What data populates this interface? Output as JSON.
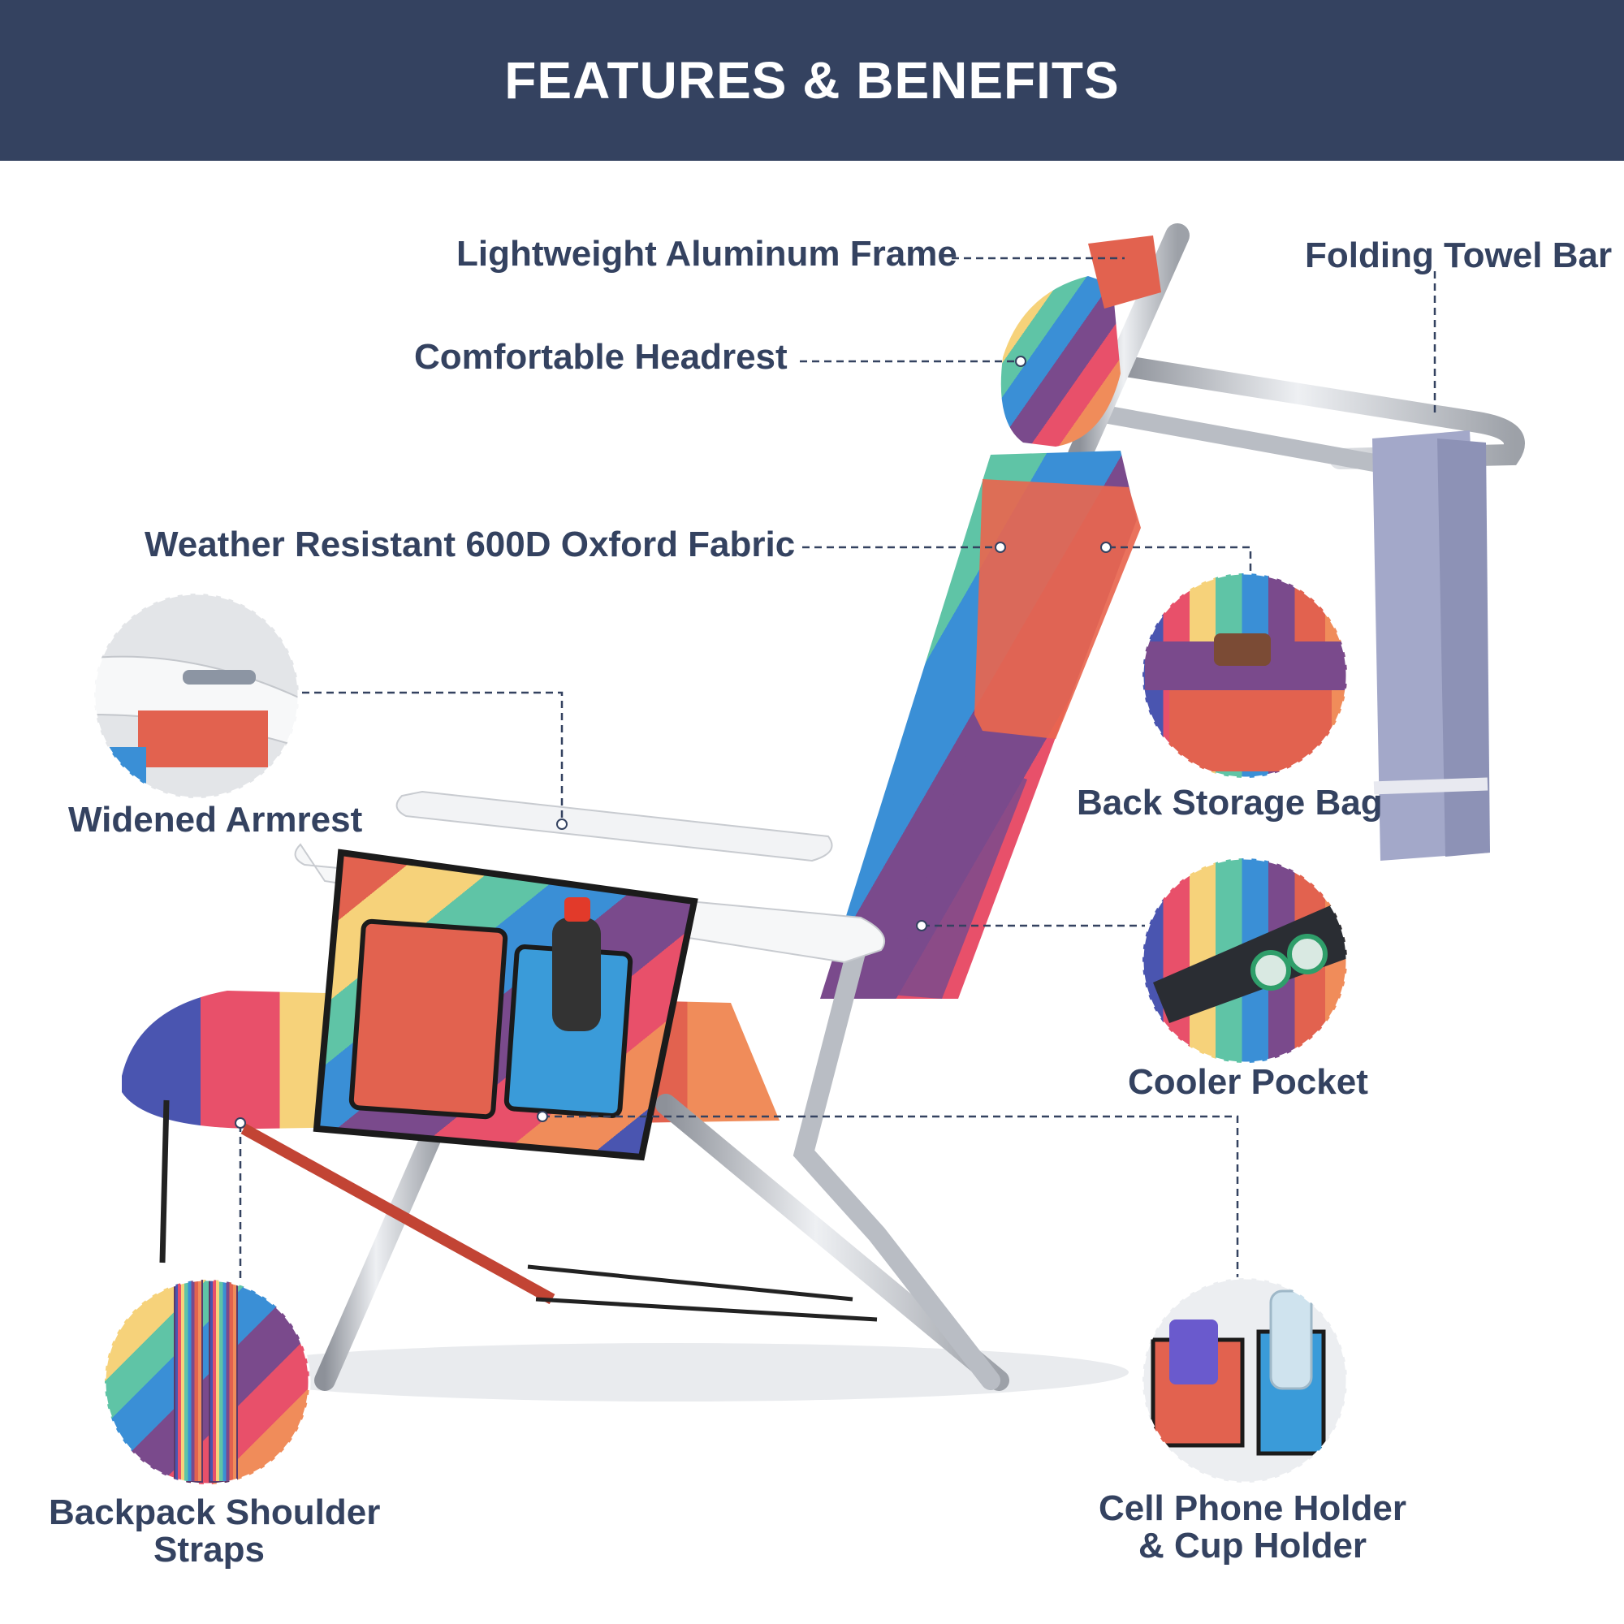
{
  "header": {
    "title": "FEATURES & BENEFITS"
  },
  "labels": {
    "frame": "Lightweight Aluminum Frame",
    "towel_bar": "Folding Towel Bar",
    "headrest": "Comfortable Headrest",
    "fabric": "Weather Resistant 600D Oxford Fabric",
    "armrest": "Widened Armrest",
    "storage_bag": "Back Storage Bag",
    "cooler": "Cooler Pocket",
    "straps_line1": "Backpack Shoulder",
    "straps_line2": "Straps",
    "holder_line1": "Cell Phone Holder",
    "holder_line2": "& Cup Holder"
  },
  "colors": {
    "header_bg": "#344260",
    "label_text": "#344260",
    "leader_line": "#344260",
    "frame": "#c9ccd2",
    "stripes": [
      "#e2624f",
      "#f08c5a",
      "#f6d27a",
      "#5fc4a6",
      "#3a8fd6",
      "#4a55b0",
      "#7a4a8c",
      "#e8506a"
    ]
  }
}
